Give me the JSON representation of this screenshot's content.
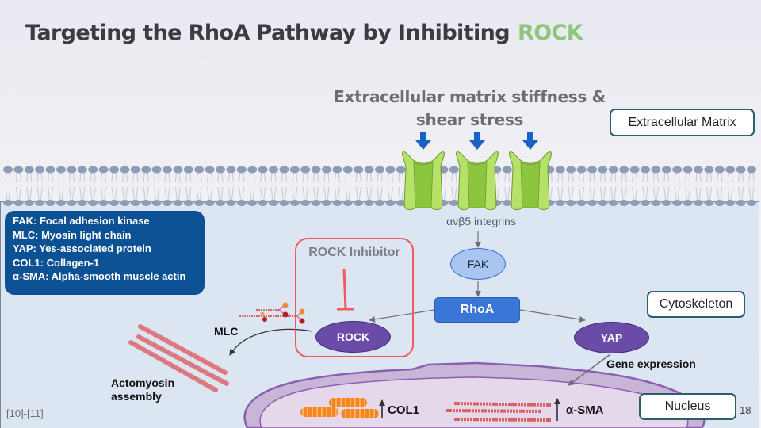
{
  "slide": {
    "title_main": "Targeting the RhoA Pathway by Inhibiting",
    "title_accent": "ROCK",
    "accent_color": "#8dc77b",
    "page_number": "18",
    "references": "[10]-[11]"
  },
  "stimulus": {
    "line1": "Extracellular matrix stiffness &",
    "line2": "shear stress"
  },
  "region_tags": {
    "extracellular_matrix": "Extracellular Matrix",
    "cytoskeleton": "Cytoskeleton",
    "nucleus": "Nucleus"
  },
  "legend": {
    "items": [
      "FAK: Focal adhesion kinase",
      "MLC: Myosin light chain",
      "YAP: Yes-associated protein",
      "COL1: Collagen-1",
      "α-SMA: Alpha-smooth muscle actin"
    ]
  },
  "pathway": {
    "integrins_label": "αvβ5 integrins",
    "fak": "FAK",
    "rhoa": "RhoA",
    "rock": "ROCK",
    "yap": "YAP",
    "inhibitor_label": "ROCK Inhibitor",
    "mlc_label": "MLC",
    "actomyosin_line1": "Actomyosin",
    "actomyosin_line2": "assembly",
    "gene_expression": "Gene expression",
    "col1": "COL1",
    "asma": "α-SMA"
  },
  "colors": {
    "rock_purple": "#6a4ba7",
    "rhoa_blue": "#3a76d6",
    "fak_blue": "#a9c6f1",
    "legend_blue": "#0d5195",
    "inhibitor_red": "#ef5a5a",
    "integrin_green": "#8cc63f",
    "arrow_blue": "#1a63c4"
  }
}
